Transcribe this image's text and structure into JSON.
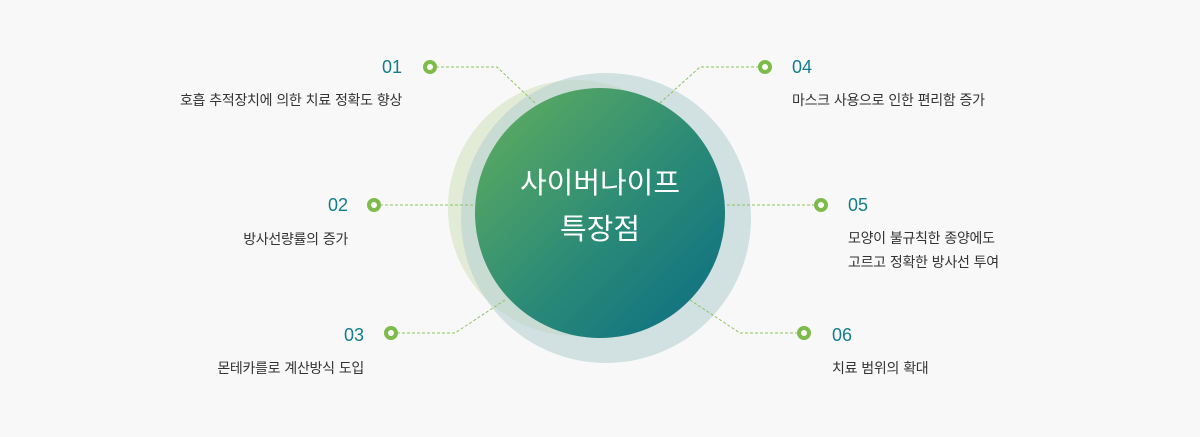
{
  "title": {
    "line1": "사이버나이프",
    "line2": "특장점"
  },
  "features": [
    {
      "num": "01",
      "text": "호흡 추적장치에 의한 치료 정확도 향상"
    },
    {
      "num": "02",
      "text": "방사선량률의 증가"
    },
    {
      "num": "03",
      "text": "몬테카를로 계산방식 도입"
    },
    {
      "num": "04",
      "text": "마스크 사용으로 인한 편리함 증가"
    },
    {
      "num": "05",
      "text": "모양이 불규칙한 종양에도",
      "text2": "고르고 정확한 방사선 투여"
    },
    {
      "num": "06",
      "text": "치료 범위의 확대"
    }
  ],
  "colors": {
    "accent": "#137d8c",
    "dot": "#7dbb4a",
    "gradStart": "#5aa95e",
    "gradEnd": "#0e7283"
  }
}
